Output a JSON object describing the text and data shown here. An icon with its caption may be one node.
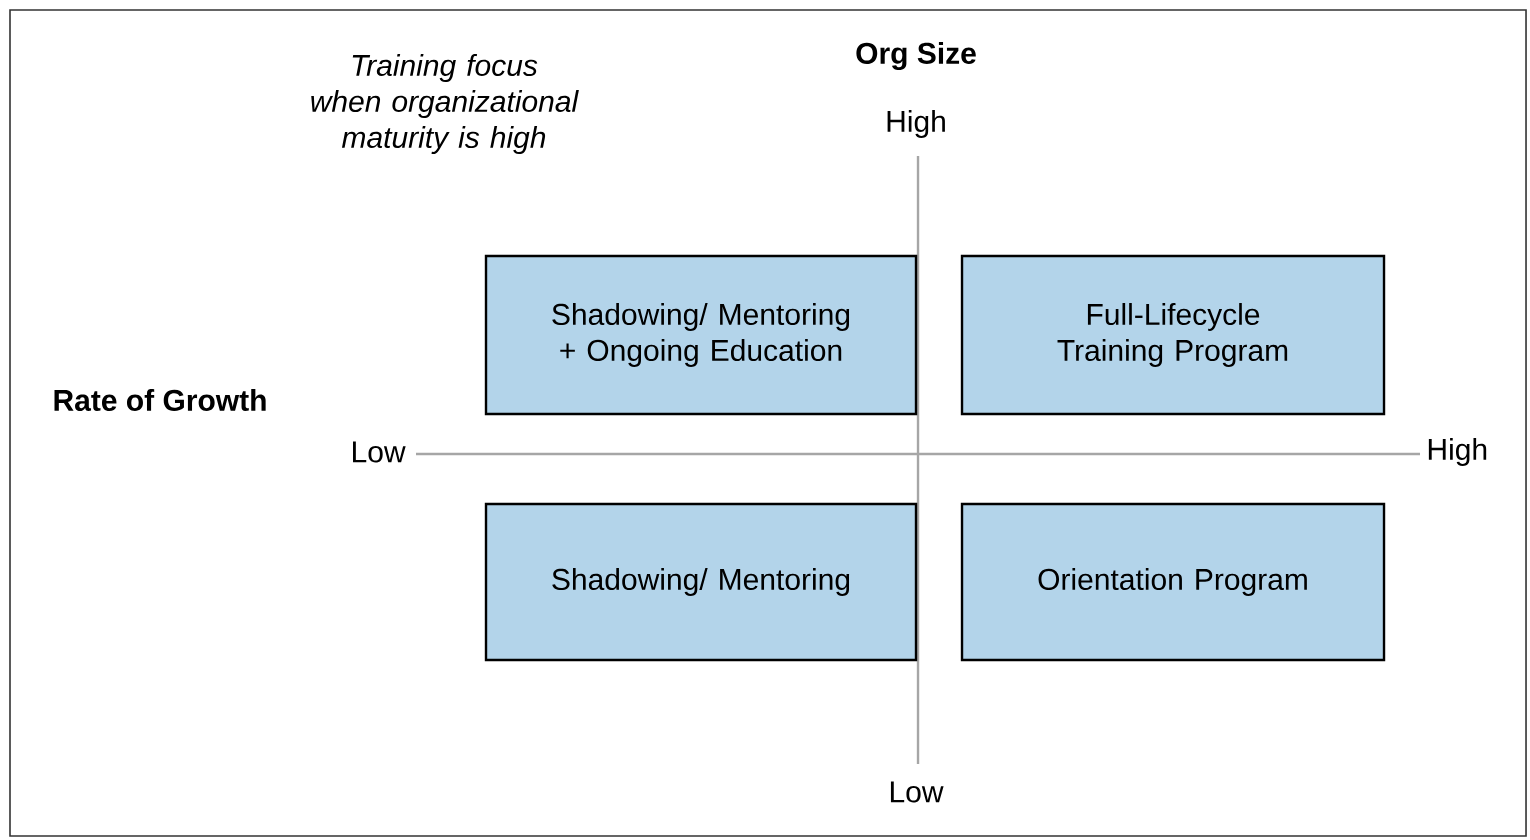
{
  "diagram": {
    "nodes": [
      {
        "text": [
          "Shadowing/ Mentoring + Ongoing Education"
        ]
      },
      {
        "text": [
          "Full-Lifecycle Training Program"
        ]
      },
      {
        "text": [
          "Shadowing/ Mentoring"
        ]
      },
      {
        "text": [
          "Orientation Program"
        ]
      }
    ],
    "labels": [
      "Training focus when organizational maturity is high",
      "Org Size",
      "High",
      "Rate of Growth",
      "Low",
      "High",
      "Low"
    ]
  }
}
